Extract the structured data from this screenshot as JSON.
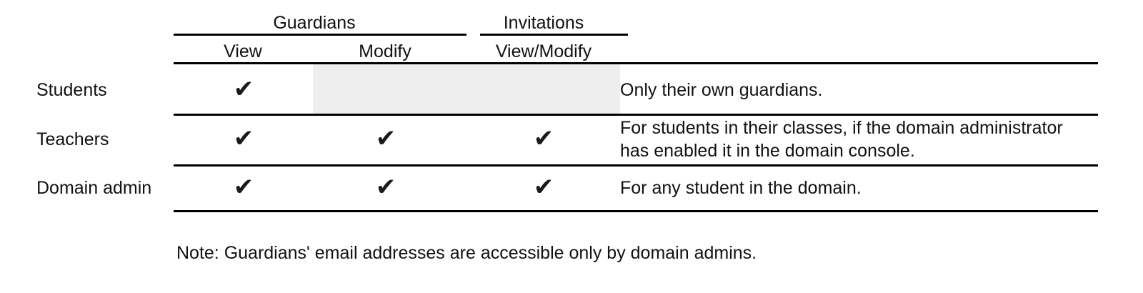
{
  "table": {
    "group_headers": [
      {
        "label": "Guardians",
        "spans": [
          "View",
          "Modify"
        ]
      },
      {
        "label": "Invitations",
        "spans": [
          "View/Modify"
        ]
      }
    ],
    "columns": {
      "row_label": "",
      "guardians_view": "View",
      "guardians_modify": "Modify",
      "invitations_viewmodify": "View/Modify",
      "description": ""
    },
    "rows": [
      {
        "role": "Students",
        "guardians_view": "✔",
        "guardians_modify": "",
        "invitations_viewmodify": "",
        "modify_cell_disabled": true,
        "description": "Only their own guardians."
      },
      {
        "role": "Teachers",
        "guardians_view": "✔",
        "guardians_modify": "✔",
        "invitations_viewmodify": "✔",
        "modify_cell_disabled": false,
        "description": "For students in their classes, if the domain administrator has enabled it in the domain console."
      },
      {
        "role": "Domain admin",
        "guardians_view": "✔",
        "guardians_modify": "✔",
        "invitations_viewmodify": "✔",
        "modify_cell_disabled": false,
        "description": "For any student in the domain."
      }
    ]
  },
  "note": "Note: Guardians' email addresses are accessible only by domain admins.",
  "colors": {
    "text": "#111111",
    "rule": "#000000",
    "disabled_cell": "#eeeeee",
    "background": "#ffffff",
    "check": "#1a1a1a"
  }
}
